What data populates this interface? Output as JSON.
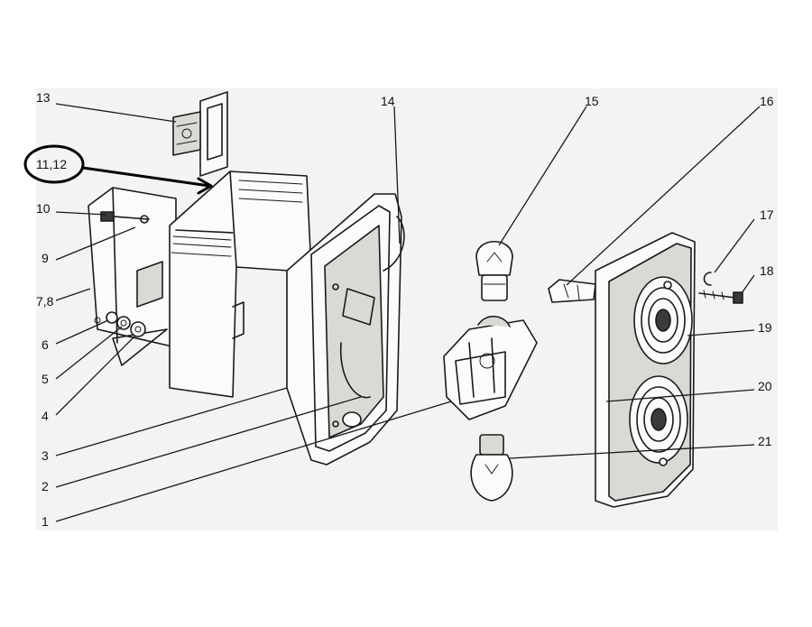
{
  "labels": {
    "l1": "1",
    "l2": "2",
    "l3": "3",
    "l4": "4",
    "l5": "5",
    "l6": "6",
    "l78": "7,8",
    "l9": "9",
    "l10": "10",
    "l1112": "11,12",
    "l13": "13",
    "l14": "14",
    "l15": "15",
    "l16": "16",
    "l17": "17",
    "l18": "18",
    "l19": "19",
    "l20": "20",
    "l21": "21"
  }
}
